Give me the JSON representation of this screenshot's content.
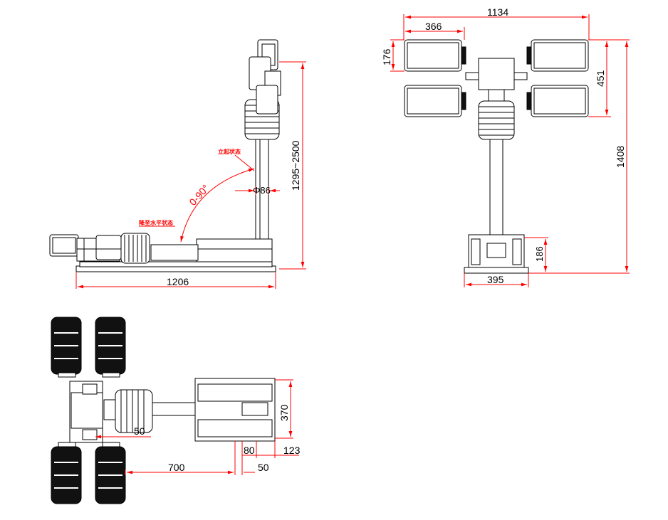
{
  "side_view": {
    "overall_length": "1206",
    "height_range": "1295~2500",
    "mast_diameter": "Φ86",
    "tilt_angle": "0-90°",
    "note_upright": "立起状态",
    "note_horizontal": "降至水平状态"
  },
  "front_view": {
    "overall_width": "1134",
    "head_width": "366",
    "head_height": "176",
    "head_pair_height": "451",
    "total_height": "1408",
    "base_height": "186",
    "base_width": "395"
  },
  "top_view": {
    "width": "370",
    "offset_a": "50",
    "offset_b": "700",
    "offset_c": "80",
    "offset_d": "50",
    "offset_e": "123"
  },
  "colors": {
    "dimension": "#ff0000",
    "outline": "#000000"
  }
}
